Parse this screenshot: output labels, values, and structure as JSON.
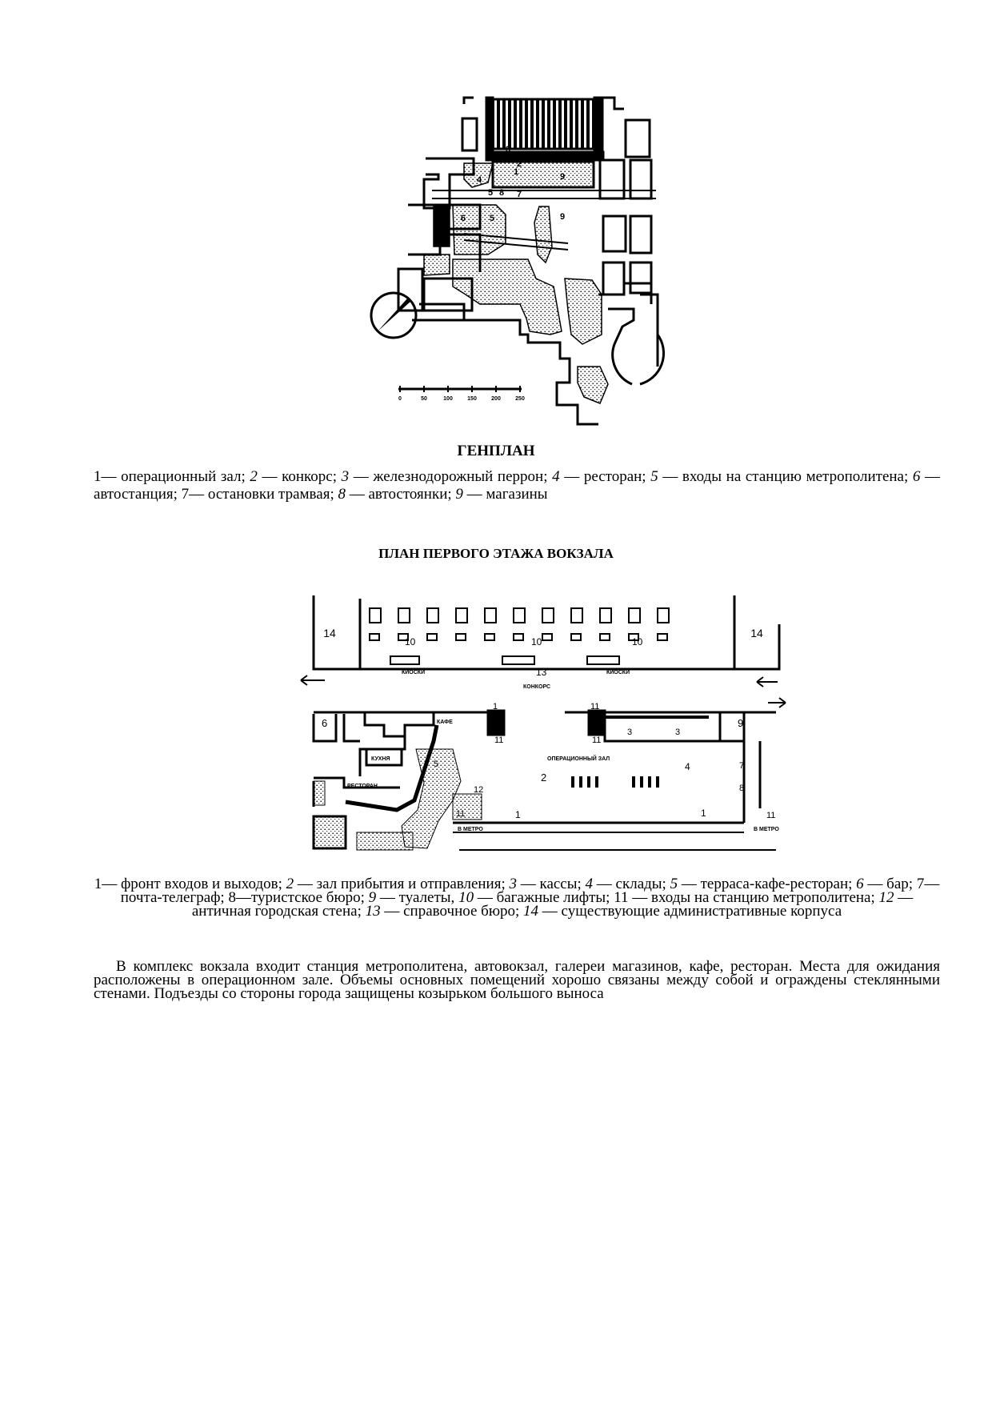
{
  "genplan": {
    "title": "ГЕНПЛАН",
    "map_labels": [
      "1",
      "2",
      "3",
      "4",
      "5",
      "5",
      "6",
      "7",
      "8",
      "9",
      "9"
    ],
    "scale_labels": [
      "0",
      "50",
      "100",
      "150",
      "200",
      "250"
    ],
    "caption": [
      {
        "n": "1",
        "t": "— операционный зал; "
      },
      {
        "n": "2",
        "t": " — конкорс; "
      },
      {
        "n": "3",
        "t": " — железнодорожный перрон; "
      },
      {
        "n": "4",
        "t": " — ресторан; "
      },
      {
        "n": "5",
        "t": " — входы на станцию метрополитена; "
      },
      {
        "n": "6",
        "t": " — автостанция; "
      },
      {
        "n": "7",
        "t": "— остановки трамвая; "
      },
      {
        "n": "8",
        "t": " — автостоянки; "
      },
      {
        "n": "9",
        "t": " — магазины"
      }
    ]
  },
  "floor_plan": {
    "title": "ПЛАН ПЕРВОГО ЭТАЖА ВОКЗАЛА",
    "labels": {
      "kiosks": "КИОСКИ",
      "concourse": "КОНКОРС",
      "cafe": "КАФЕ",
      "kitchen": "КУХНЯ",
      "restaurant": "РЕСТОРАН",
      "hall": "ОПЕРАЦИОННЫЙ ЗАЛ",
      "to_metro_left": "В МЕТРО",
      "to_metro_right": "В МЕТРО"
    },
    "numbers": [
      "14",
      "14",
      "10",
      "10",
      "10",
      "13",
      "1",
      "11",
      "11",
      "11",
      "6",
      "9",
      "3",
      "3",
      "5",
      "4",
      "2",
      "7",
      "8",
      "12",
      "11",
      "11",
      "1",
      "1"
    ],
    "caption": [
      {
        "n": "1",
        "t": "— фронт входов и выходов; "
      },
      {
        "n": "2",
        "t": " — зал прибытия и отправления; "
      },
      {
        "n": "3",
        "t": " — кассы; "
      },
      {
        "n": "4",
        "t": " — склады; "
      },
      {
        "n": "5",
        "t": " — терраса-кафе-ресторан; "
      },
      {
        "n": "6",
        "t": " — бар; "
      },
      {
        "n": "7",
        "t": "— почта-телеграф; "
      },
      {
        "n": "8",
        "t": "—туристское бюро; "
      },
      {
        "n": "9",
        "t": " — туалеты, "
      },
      {
        "n": "10",
        "t": " — багажные лифты; "
      },
      {
        "n": "11",
        "t": " — входы на станцию метрополитена; "
      },
      {
        "n": "12",
        "t": " — античная городская стена; "
      },
      {
        "n": "13",
        "t": " — справочное бюро; "
      },
      {
        "n": "14",
        "t": " — существующие административные корпуса"
      }
    ]
  },
  "body": {
    "paragraph": "В комплекс вокзала входит станция метрополитена, автовокзал, галереи магазинов, кафе, ресторан. Места для ожидания расположены в операционном зале. Объемы основных помещений хорошо связаны между собой и ограждены стеклянными стенами. Подъезды со стороны города защищены козырьком большого выноса"
  }
}
